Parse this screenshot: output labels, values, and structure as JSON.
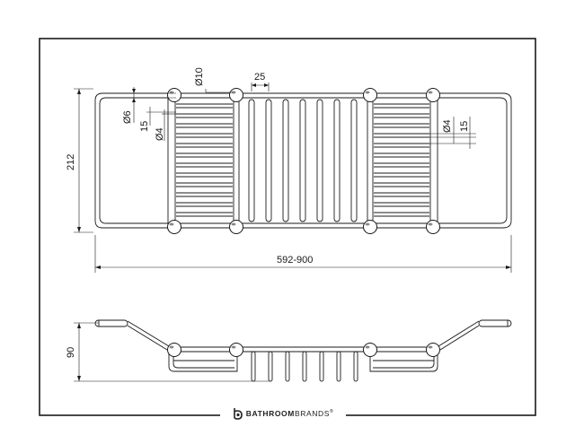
{
  "dimensions": {
    "diameter_10": "Ø10",
    "spacing_25": "25",
    "diameter_6": "Ø6",
    "offset_15_left": "15",
    "diameter_4_left": "Ø4",
    "diameter_4_right": "Ø4",
    "offset_15_right": "15",
    "depth_212": "212",
    "length_range": "592-900",
    "height_90": "90"
  },
  "brand": {
    "name_part1": "BATHROOM",
    "name_part2": "BRANDS",
    "registered": "®"
  },
  "colors": {
    "line": "#1a1a1a",
    "background": "#ffffff"
  }
}
